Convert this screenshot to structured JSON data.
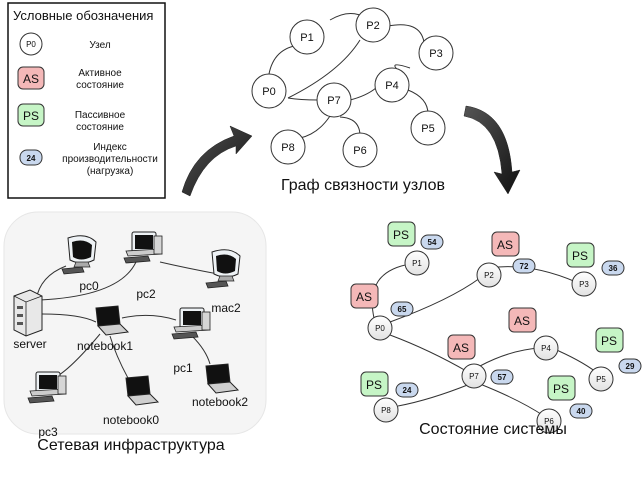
{
  "legend": {
    "title": "Условные обозначения",
    "node_sym": "P0",
    "node_text": "Узел",
    "active_sym": "AS",
    "active_text_1": "Активное",
    "active_text_2": "состояние",
    "passive_sym": "PS",
    "passive_text_1": "Пассивное",
    "passive_text_2": "состояние",
    "index_sym": "24",
    "index_text_1": "Индекс",
    "index_text_2": "производительности",
    "index_text_3": "(нагрузка)"
  },
  "colors": {
    "active": "#f4b8b8",
    "passive": "#c6f5c6",
    "index": "#c9d8ee"
  },
  "captions": {
    "graph": "Граф связности узлов",
    "state": "Состояние системы",
    "network": "Сетевая инфраструктура"
  },
  "graph_nodes": [
    "P0",
    "P1",
    "P2",
    "P3",
    "P4",
    "P5",
    "P6",
    "P7",
    "P8"
  ],
  "network": {
    "devices": [
      "pc0",
      "pc2",
      "mac2",
      "server",
      "notebook1",
      "pc1",
      "notebook2",
      "pc3",
      "notebook0"
    ]
  },
  "state": {
    "nodes": [
      "P0",
      "P1",
      "P2",
      "P3",
      "P4",
      "P5",
      "P6",
      "P7",
      "P8"
    ],
    "states": [
      "PS",
      "AS",
      "AS",
      "PS",
      "AS",
      "AS",
      "PS",
      "PS",
      "PS"
    ],
    "indexes": [
      "54",
      "65",
      "72",
      "36",
      "29",
      "57",
      "24",
      "40"
    ]
  }
}
